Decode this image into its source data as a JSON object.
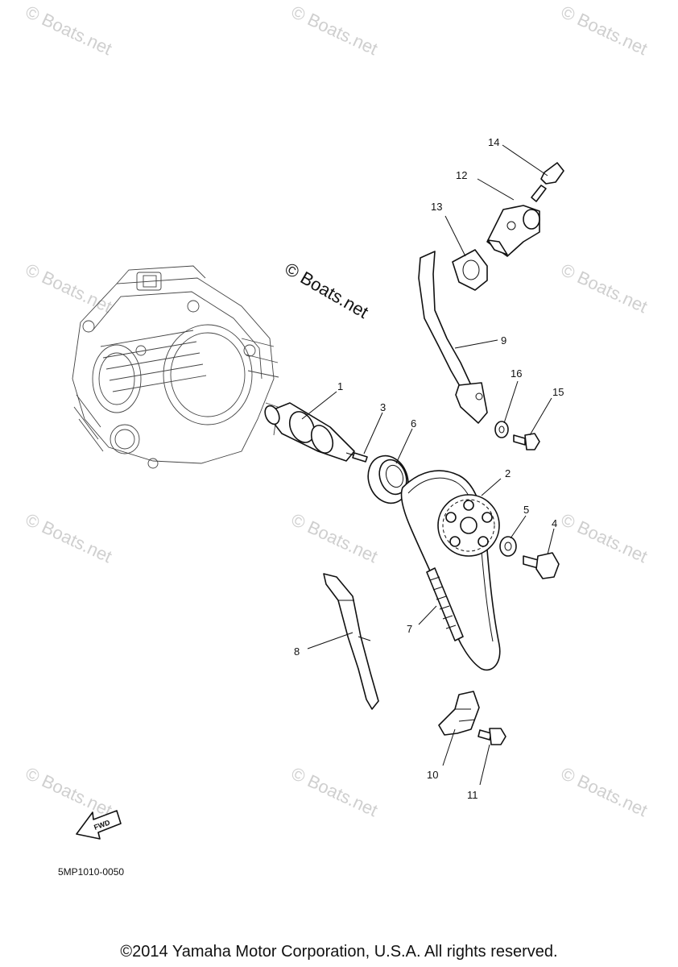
{
  "diagram": {
    "code": "5MP1010-0050",
    "fwd_label": "FWD",
    "center_watermark": "© Boats.net",
    "watermark_text": "© Boats.net",
    "copyright": "©2014 Yamaha Motor Corporation, U.S.A. All rights reserved.",
    "callouts": [
      {
        "id": "1",
        "label": "1"
      },
      {
        "id": "2",
        "label": "2"
      },
      {
        "id": "3",
        "label": "3"
      },
      {
        "id": "4",
        "label": "4"
      },
      {
        "id": "5",
        "label": "5"
      },
      {
        "id": "6",
        "label": "6"
      },
      {
        "id": "7",
        "label": "7"
      },
      {
        "id": "8",
        "label": "8"
      },
      {
        "id": "9",
        "label": "9"
      },
      {
        "id": "10",
        "label": "10"
      },
      {
        "id": "11",
        "label": "11"
      },
      {
        "id": "12",
        "label": "12"
      },
      {
        "id": "13",
        "label": "13"
      },
      {
        "id": "14",
        "label": "14"
      },
      {
        "id": "15",
        "label": "15"
      },
      {
        "id": "16",
        "label": "16"
      }
    ]
  }
}
